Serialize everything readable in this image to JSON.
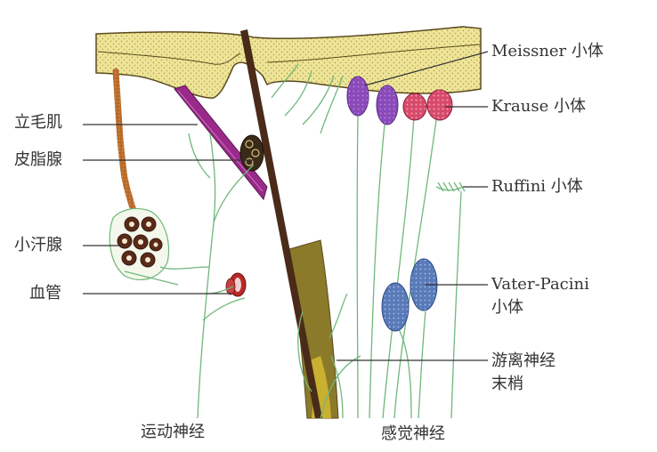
{
  "labels": {
    "li_mao_ji": "立毛肌",
    "pi_zhi_xian": "皮脂腺",
    "xiao_han_xian": "小汗腺",
    "xue_guan": "血管",
    "meissner": "Meissner 小体",
    "krause": "Krause 小体",
    "ruffini": "Ruffini 小体",
    "vater_pacini_line1": "Vater-Pacini",
    "vater_pacini_line2": "小体",
    "you_li_line1": "游离神经",
    "you_li_line2": "末梢",
    "yun_dong": "运动神经",
    "gan_jue": "感觉神经"
  },
  "colors": {
    "epidermis": "#ece59a",
    "epidermis_dots": "#c9a23c",
    "epidermis_outline": "#5a4a1f",
    "muscle": "#9a2a8a",
    "hair_shaft": "#4a2a18",
    "follicle": "#8a7a2a",
    "nerve": "#6fb87a",
    "sweat_duct": "#b86a2a",
    "meissner": "#8a4ab8",
    "krause": "#d84a6a",
    "pacini": "#5a7ab8",
    "vessel": "#b82a2a",
    "leader_line": "#333333"
  }
}
